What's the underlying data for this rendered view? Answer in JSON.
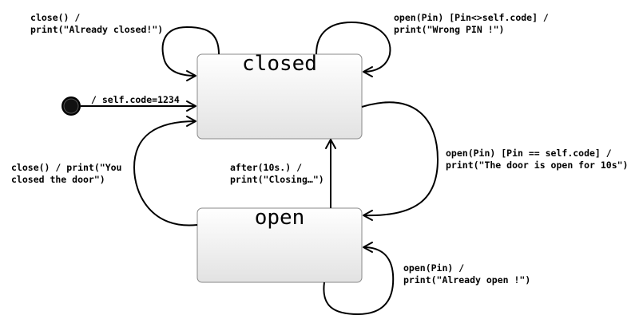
{
  "states": {
    "closed": {
      "name": "closed"
    },
    "open": {
      "name": "open"
    }
  },
  "transitions": {
    "initial": {
      "lines": [
        "/ self.code=1234"
      ]
    },
    "closed_self_close": {
      "lines": [
        "close() /",
        "print(\"Already closed!\")"
      ]
    },
    "closed_self_wrong_pin": {
      "lines": [
        "open(Pin) [Pin<>self.code] /",
        "print(\"Wrong PIN !\")"
      ]
    },
    "closed_to_open": {
      "lines": [
        "open(Pin) [Pin == self.code] /",
        "print(\"The door is open for 10s\")"
      ]
    },
    "open_to_closed_close": {
      "lines": [
        "close() / print(\"You",
        "closed the door\")"
      ]
    },
    "open_to_closed_timeout": {
      "lines": [
        "after(10s.) /",
        "print(\"Closing…\")"
      ]
    },
    "open_self_open": {
      "lines": [
        "open(Pin) /",
        "print(\"Already open !\")"
      ]
    }
  },
  "colors": {
    "state_fill_top": "#ffffff",
    "state_fill_bottom": "#e2e2e2",
    "state_border": "#8a8a8a",
    "edge": "#000000"
  }
}
